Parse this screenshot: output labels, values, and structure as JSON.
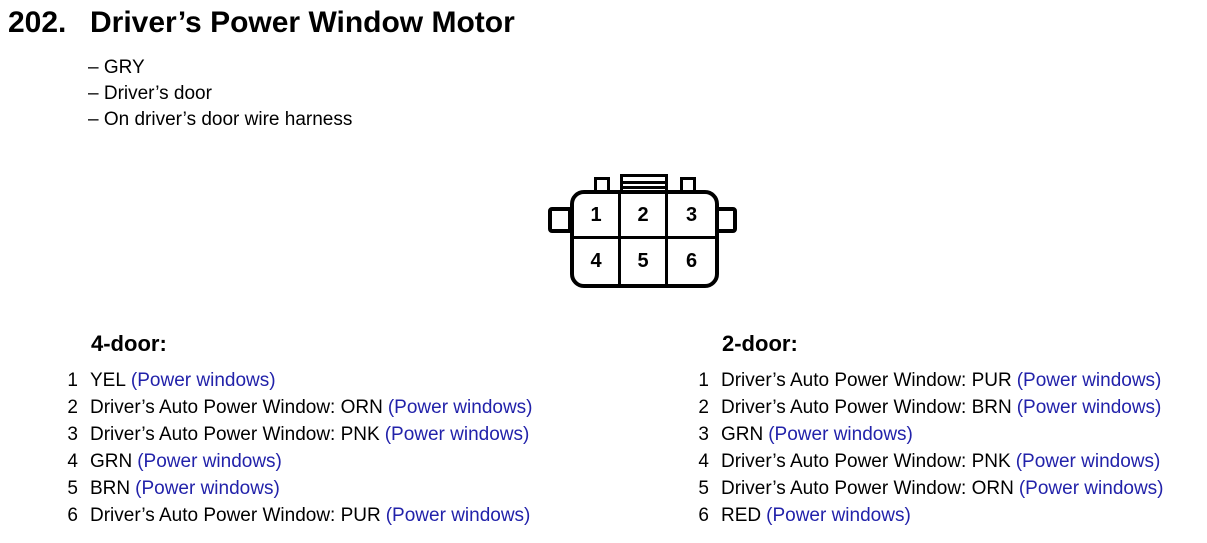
{
  "header": {
    "number": "202.",
    "title": "Driver’s Power Window Motor",
    "bullets": [
      "– GRY",
      "– Driver’s door",
      "– On driver’s door wire harness"
    ]
  },
  "connector": {
    "cells": [
      "1",
      "2",
      "3",
      "4",
      "5",
      "6"
    ]
  },
  "pinouts": {
    "left": {
      "heading": "4-door:",
      "rows": [
        {
          "num": "1",
          "label": "YEL",
          "note": "(Power windows)"
        },
        {
          "num": "2",
          "label": "Driver’s Auto Power Window: ORN",
          "note": "(Power windows)"
        },
        {
          "num": "3",
          "label": "Driver’s Auto Power Window: PNK",
          "note": "(Power windows)"
        },
        {
          "num": "4",
          "label": "GRN",
          "note": "(Power windows)"
        },
        {
          "num": "5",
          "label": "BRN",
          "note": "(Power windows)"
        },
        {
          "num": "6",
          "label": "Driver’s Auto Power Window: PUR",
          "note": "(Power windows)"
        }
      ]
    },
    "right": {
      "heading": "2-door:",
      "rows": [
        {
          "num": "1",
          "label": "Driver’s Auto Power Window: PUR",
          "note": "(Power windows)"
        },
        {
          "num": "2",
          "label": "Driver’s Auto Power Window: BRN",
          "note": "(Power windows)"
        },
        {
          "num": "3",
          "label": "GRN",
          "note": "(Power windows)"
        },
        {
          "num": "4",
          "label": "Driver’s Auto Power Window: PNK",
          "note": "(Power windows)"
        },
        {
          "num": "5",
          "label": "Driver’s Auto Power Window: ORN",
          "note": "(Power windows)"
        },
        {
          "num": "6",
          "label": "RED",
          "note": "(Power windows)"
        }
      ]
    }
  },
  "colors": {
    "note_blue": "#2222aa",
    "ink": "#000000",
    "paper": "#ffffff"
  }
}
